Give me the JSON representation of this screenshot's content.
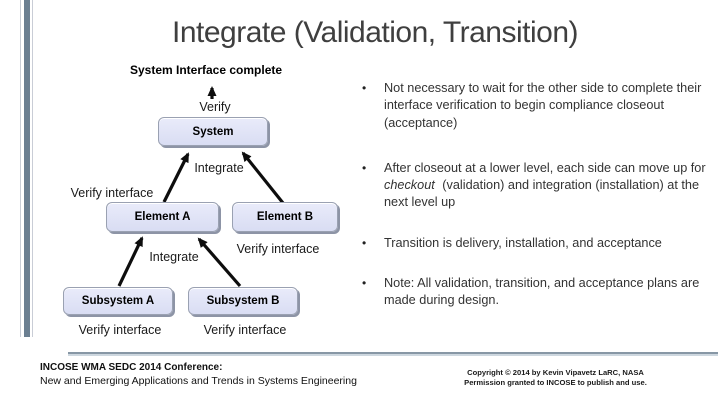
{
  "slide": {
    "title": "Integrate (Validation, Transition)"
  },
  "colors": {
    "accent_bar": "#6b7f91",
    "box_fill": "#dce0f4",
    "box_shadow": "#8d94a6",
    "divider_top": "#8797a5",
    "divider_bottom": "#cdd7df"
  },
  "diagram": {
    "top_label": "System Interface complete",
    "verify_label": "Verify",
    "integrate_upper_label": "Integrate",
    "integrate_lower_label": "Integrate",
    "verify_interface_left": "Verify interface",
    "verify_interface_mid": "Verify interface",
    "verify_interface_bottom_a": "Verify interface",
    "verify_interface_bottom_b": "Verify interface",
    "boxes": {
      "system": "System",
      "element_a": "Element A",
      "element_b": "Element B",
      "subsystem_a": "Subsystem A",
      "subsystem_b": "Subsystem B"
    }
  },
  "ui": {
    "bullet_char": "•"
  },
  "bullets": [
    {
      "pre": "Not necessary to wait for the other side to complete their interface verification to begin compliance closeout (acceptance)",
      "em": "",
      "post": ""
    },
    {
      "pre": "After closeout at a lower level, each side can move up for ",
      "em": "checkout",
      "post": " (validation) and integration (installation) at the next level up"
    },
    {
      "pre": "Transition is delivery, installation, and acceptance",
      "em": "",
      "post": ""
    },
    {
      "pre": "Note: All validation, transition, and acceptance plans are made during design.",
      "em": "",
      "post": ""
    }
  ],
  "footer": {
    "conference_line1": "INCOSE WMA SEDC 2014 Conference:",
    "conference_line2": "New and Emerging Applications and Trends in Systems Engineering",
    "copyright_line1": "Copyright © 2014 by  Kevin Vipavetz  LaRC, NASA",
    "copyright_line2": "Permission granted to INCOSE to publish and use."
  }
}
